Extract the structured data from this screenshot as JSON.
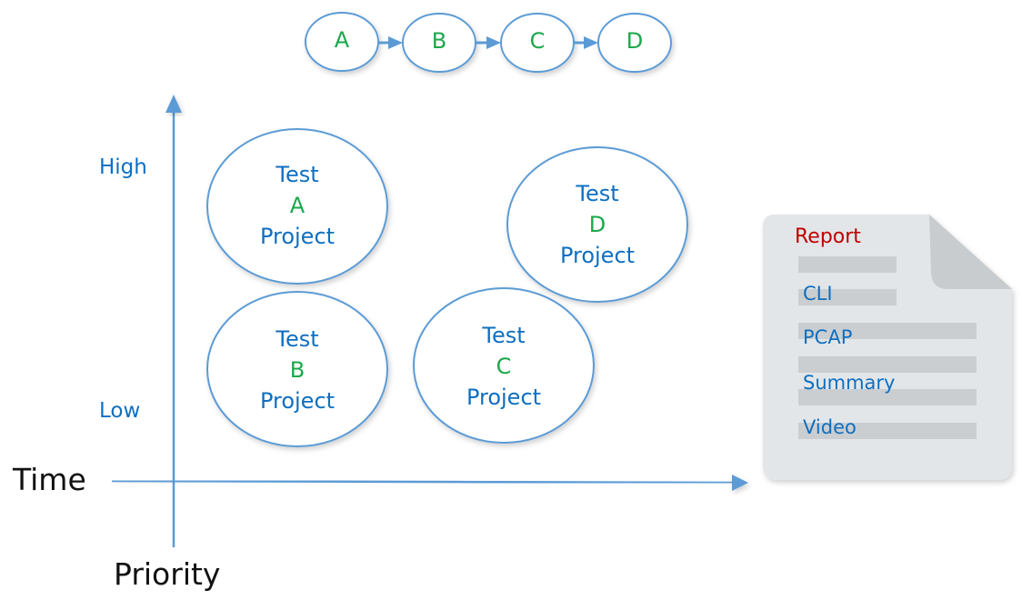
{
  "sequence": {
    "nodes": [
      "A",
      "B",
      "C",
      "D"
    ]
  },
  "axes": {
    "x_label": "Time",
    "y_label": "Priority",
    "high_label": "High",
    "low_label": "Low"
  },
  "projects": [
    {
      "prefix": "Test",
      "letter": "A",
      "suffix": "Project"
    },
    {
      "prefix": "Test",
      "letter": "B",
      "suffix": "Project"
    },
    {
      "prefix": "Test",
      "letter": "C",
      "suffix": "Project"
    },
    {
      "prefix": "Test",
      "letter": "D",
      "suffix": "Project"
    }
  ],
  "report": {
    "title": "Report",
    "items": [
      "CLI",
      "PCAP",
      "Summary",
      "Video"
    ]
  },
  "colors": {
    "stroke": "#5b9bd5",
    "text_blue": "#0f6fc0",
    "letter_green": "#1aa84a",
    "report_title": "#c00000",
    "report_bg": "#e3e6e8",
    "report_bar": "#cbced1",
    "report_fold": "#c9cccf"
  }
}
